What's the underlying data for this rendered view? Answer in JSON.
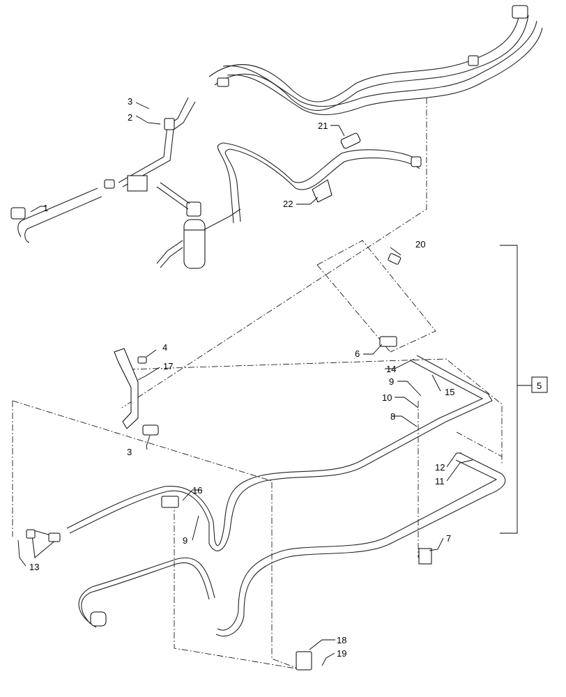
{
  "callouts": {
    "c1": "1",
    "c2": "2",
    "c3a": "3",
    "c3b": "3",
    "c4": "4",
    "c5": "5",
    "c6": "6",
    "c7": "7",
    "c8": "8",
    "c9a": "9",
    "c9b": "9",
    "c10": "10",
    "c11": "11",
    "c12": "12",
    "c13": "13",
    "c14": "14",
    "c15": "15",
    "c16": "16",
    "c17": "17",
    "c18": "18",
    "c19": "19",
    "c20": "20",
    "c21": "21",
    "c22": "22"
  }
}
